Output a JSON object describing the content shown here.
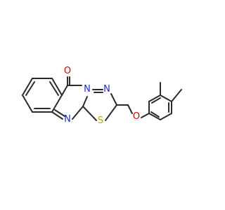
{
  "molecule": {
    "atoms": [
      {
        "id": "O1",
        "label": "O",
        "color": "#d40000"
      },
      {
        "id": "N1",
        "label": "N",
        "color": "#1f2bd6"
      },
      {
        "id": "N2",
        "label": "N",
        "color": "#1f2bd6"
      },
      {
        "id": "N3",
        "label": "N",
        "color": "#1f2bd6"
      },
      {
        "id": "S1",
        "label": "S",
        "color": "#b8a800"
      },
      {
        "id": "O2",
        "label": "O",
        "color": "#d40000"
      }
    ],
    "bond_color": "#2b2b2b"
  }
}
